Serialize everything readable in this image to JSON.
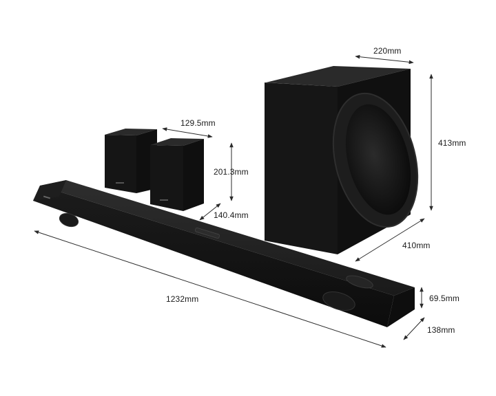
{
  "dimensions": {
    "subwoofer_width": "220mm",
    "subwoofer_height": "413mm",
    "subwoofer_depth": "410mm",
    "speaker_width": "129.5mm",
    "speaker_height": "201.3mm",
    "speaker_depth": "140.4mm",
    "soundbar_width": "1232mm",
    "soundbar_height": "69.5mm",
    "soundbar_depth": "138mm"
  },
  "colors": {
    "product_body": "#151515",
    "product_top": "#262626",
    "dimension_line": "#2a2a2a",
    "background": "#ffffff"
  }
}
